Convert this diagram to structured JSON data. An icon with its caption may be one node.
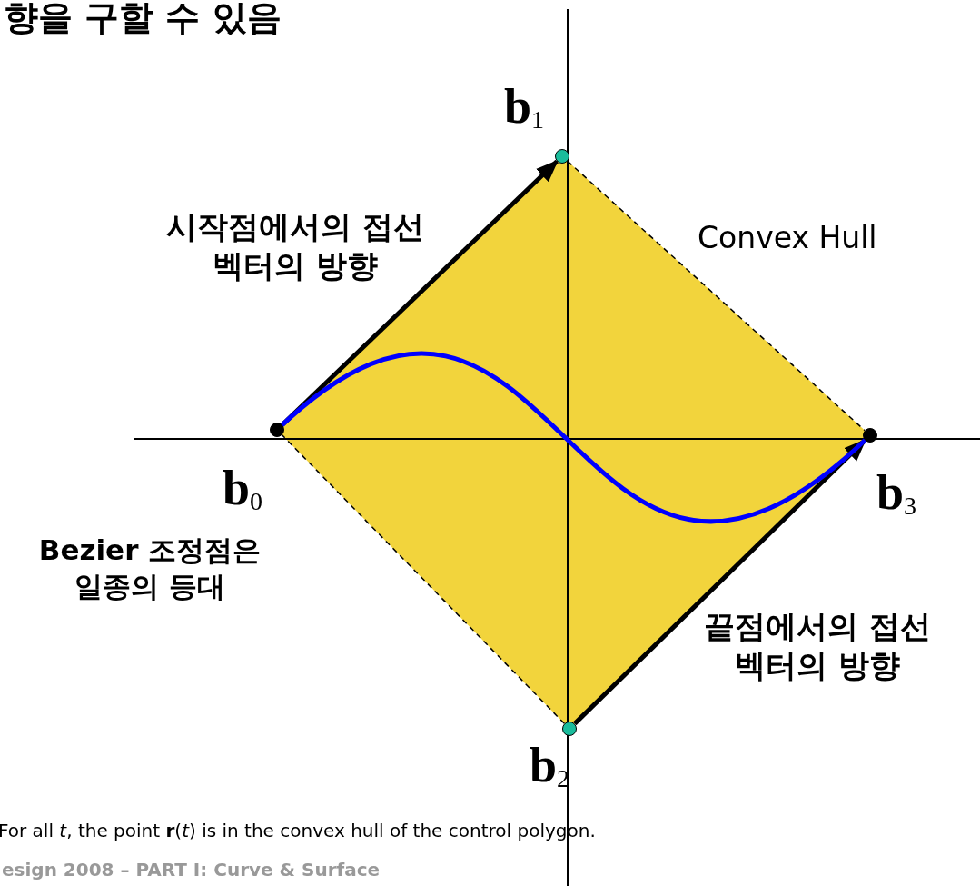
{
  "diagram": {
    "title": "향을 구할 수 있음",
    "caption": "For all *t*, the point **r**(*t*) is in the convex hull of the control polygon.",
    "nodes": [
      {
        "text": [],
        "shape": "circle",
        "beside": [
          "**b**$_{0}$"
        ]
      },
      {
        "text": [],
        "shape": "circle",
        "beside": [
          "**b**$_{1}$"
        ]
      },
      {
        "text": [],
        "shape": "circle",
        "beside": [
          "**b**$_{2}$"
        ]
      },
      {
        "text": [],
        "shape": "circle",
        "beside": [
          "**b**$_{3}$"
        ]
      }
    ],
    "edges": [
      {
        "from": 0,
        "to": 1,
        "arrow": "to"
      },
      {
        "from": 1,
        "to": 3,
        "arrow": "none",
        "style": "dashed"
      },
      {
        "from": 2,
        "to": 3,
        "arrow": "to"
      },
      {
        "from": 2,
        "to": 0,
        "arrow": "none",
        "style": "dashed"
      },
      {
        "from": 0,
        "to": 3,
        "arrow": "none",
        "color": "#0000ff"
      }
    ],
    "labels": [
      "시작점에서의 접선 벡터의 방향",
      "Convex Hull",
      "Bezier 조정점은 일종의 등대",
      "끝점에서의 접선 벡터의 방향",
      "esign 2008 – PART I: Curve & Surface"
    ]
  }
}
